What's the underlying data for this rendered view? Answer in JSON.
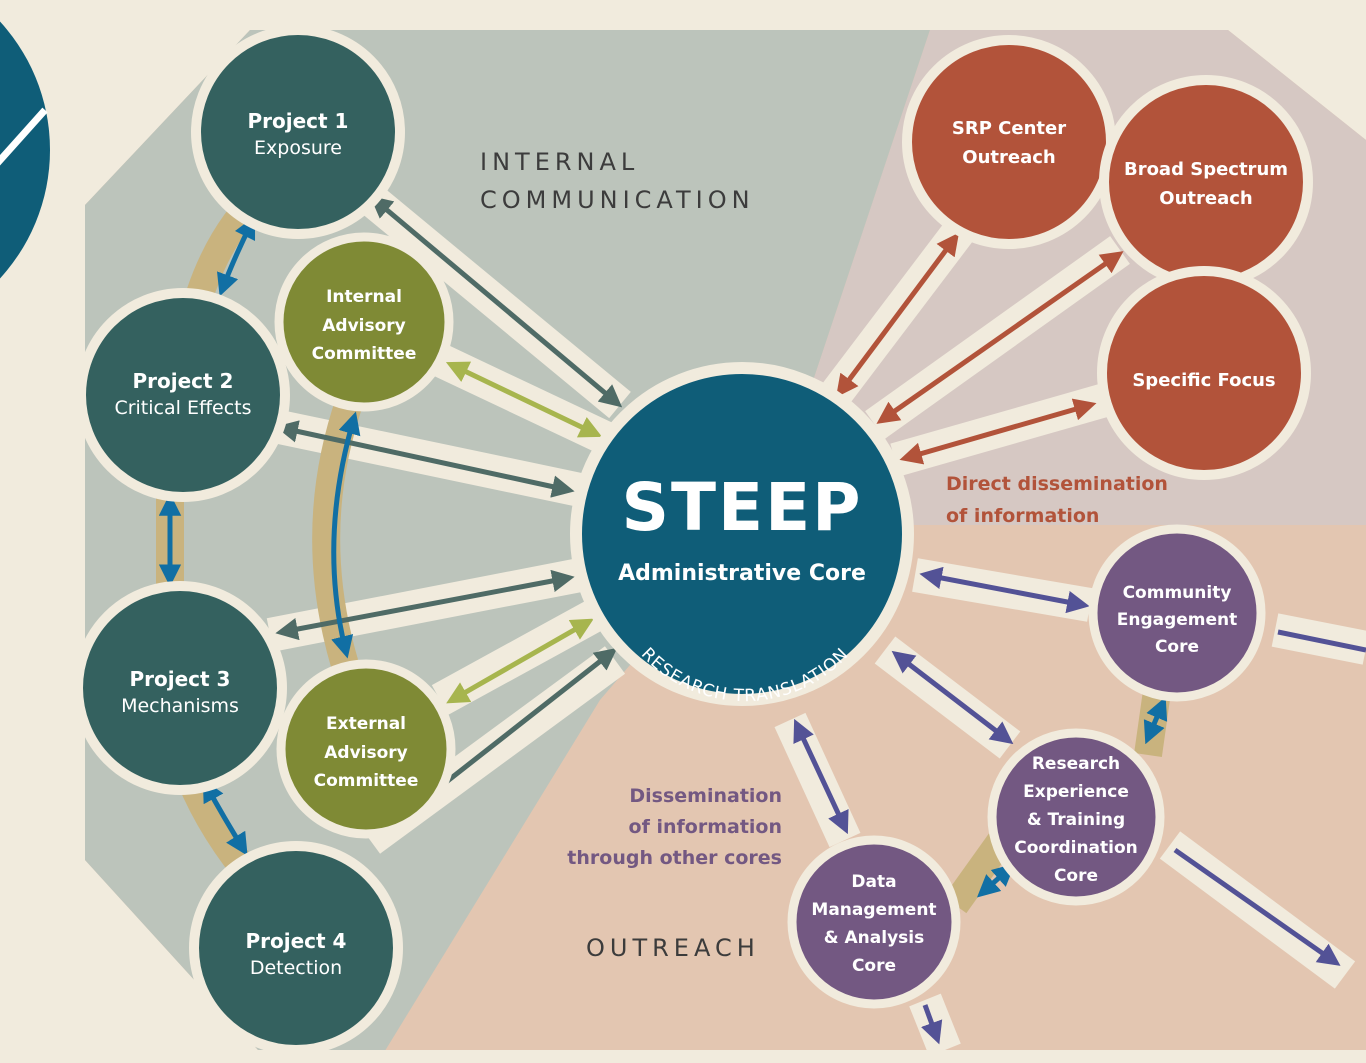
{
  "colors": {
    "background": "#f1ebdd",
    "internal_region": "#bcc4bb",
    "direct_region": "#d6c8c3",
    "outreach_region": "#e3c6b1",
    "project": "#34615f",
    "advisory": "#7f8a35",
    "admin_core": "#0f5d78",
    "direct_outreach": "#b2533a",
    "other_core": "#735882",
    "ring": "#f1ebdd",
    "connector_band": "#c9b37e",
    "arrow_dark": "#4f6b66",
    "arrow_olive": "#a7b54e",
    "arrow_blue": "#116fa4",
    "arrow_red": "#b2533a",
    "arrow_purple": "#535296",
    "label_red": "#b2533a",
    "label_purple": "#735882",
    "region_title": "#3c3c3c"
  },
  "regions": {
    "internal_line1": "INTERNAL",
    "internal_line2": "COMMUNICATION",
    "outreach": "OUTREACH"
  },
  "annotations": {
    "direct_line1": "Direct dissemination",
    "direct_line2": "of information",
    "other_line1": "Dissemination",
    "other_line2": "of information",
    "other_line3": "through other cores"
  },
  "center": {
    "logo": "STEEP",
    "title": "Administrative Core",
    "arc_text": "RESEARCH TRANSLATION"
  },
  "projects": [
    {
      "name": "Project 1",
      "topic": "Exposure"
    },
    {
      "name": "Project 2",
      "topic": "Critical Effects"
    },
    {
      "name": "Project 3",
      "topic": "Mechanisms"
    },
    {
      "name": "Project 4",
      "topic": "Detection"
    }
  ],
  "advisory": {
    "internal": [
      "Internal",
      "Advisory",
      "Committee"
    ],
    "external": [
      "External",
      "Advisory",
      "Committee"
    ]
  },
  "direct_outreach": {
    "srp": [
      "SRP Center",
      "Outreach"
    ],
    "broad": [
      "Broad Spectrum",
      "Outreach"
    ],
    "specific": [
      "Specific Focus"
    ]
  },
  "other_cores": {
    "community": [
      "Community",
      "Engagement",
      "Core"
    ],
    "research": [
      "Research",
      "Experience",
      "& Training",
      "Coordination",
      "Core"
    ],
    "data": [
      "Data",
      "Management",
      "& Analysis",
      "Core"
    ]
  }
}
